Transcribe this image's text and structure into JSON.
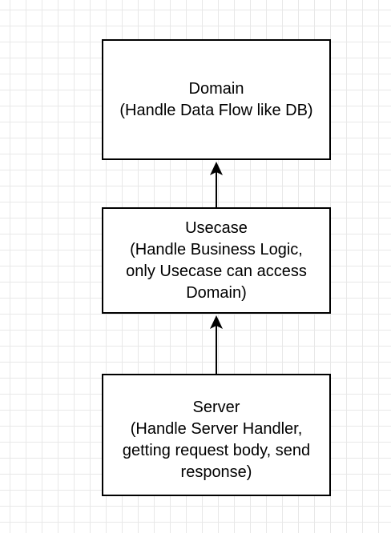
{
  "diagram": {
    "nodes": [
      {
        "id": "domain",
        "lines": [
          "Domain",
          "(Handle Data Flow like DB)"
        ]
      },
      {
        "id": "usecase",
        "lines": [
          "Usecase",
          "(Handle Business Logic,",
          "only Usecase can access",
          "Domain)"
        ]
      },
      {
        "id": "server",
        "lines": [
          "Server",
          "(Handle Server Handler,",
          "getting request body, send",
          "response)"
        ]
      }
    ],
    "edges": [
      {
        "from": "usecase",
        "to": "domain"
      },
      {
        "from": "server",
        "to": "usecase"
      }
    ],
    "colors": {
      "stroke": "#000000",
      "fill": "#ffffff",
      "grid": "#e8e8e8"
    }
  }
}
